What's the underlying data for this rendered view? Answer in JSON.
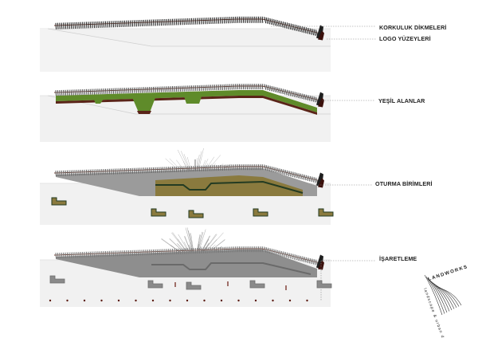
{
  "diagram": {
    "layers": [
      {
        "id": "railing",
        "labels": [
          "KORKULUK DİKMELERİ",
          "LOGO YÜZEYLERİ"
        ]
      },
      {
        "id": "green",
        "labels": [
          "YEŞİL ALANLAR"
        ]
      },
      {
        "id": "seating",
        "labels": [
          "OTURMA BİRİMLERİ"
        ]
      },
      {
        "id": "signage",
        "labels": [
          "İŞARETLEME"
        ]
      }
    ]
  },
  "logo": {
    "name": "LANDWORKS",
    "tagline": "landscape & urban design"
  },
  "colors": {
    "ground": "#f1f1f1",
    "ground_line": "#dcdcdc",
    "railing": "#2a2a2a",
    "beam": "#6b3a2e",
    "grass": "#5f8b2a",
    "soil": "#5a2418",
    "wood": "#8a7a3e",
    "hedge": "#233b22",
    "concrete": "#8c8c8c",
    "tree": "#9a9a9a",
    "leader": "#888888",
    "dot": "#5a1a10"
  }
}
